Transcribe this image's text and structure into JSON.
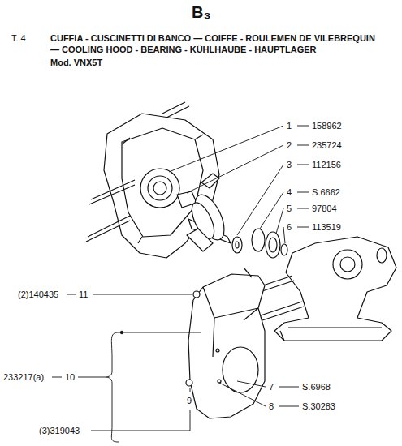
{
  "diagram": {
    "title": "CUFFIA - CUSCINETTI DI BANCO — COIFFE - ROULEMEN DE VILEBREQUIN — COOLING HOOD - BEARING - KÜHLHAUBE - HAUPTLAGER",
    "labels": [
      "B₃",
      "T. 4",
      "Mod. VNX5T",
      "1",
      "158962",
      "2",
      "235724",
      "3",
      "112156",
      "4",
      "S.6662",
      "5",
      "97804",
      "6",
      "113519",
      "(2)140435",
      "11",
      "233217(a)",
      "10",
      "9",
      "(3)319043",
      "7",
      "S.6968",
      "8",
      "S.30283"
    ]
  }
}
